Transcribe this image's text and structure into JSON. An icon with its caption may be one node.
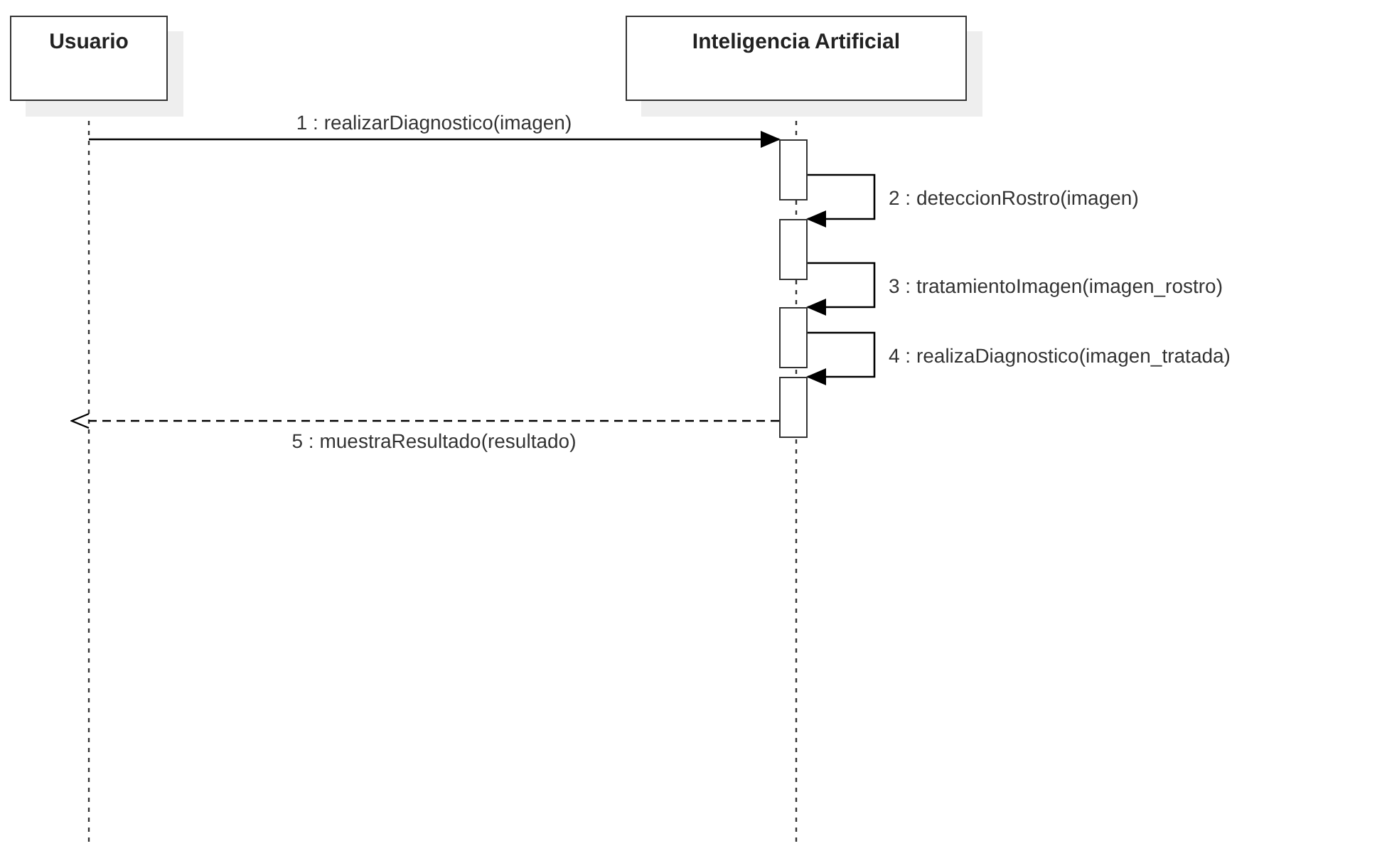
{
  "diagram": {
    "nodes": [
      {
        "text": [
          "Usuario"
        ]
      },
      {
        "text": [
          "Inteligencia Artificial"
        ]
      },
      {
        "text": [],
        "shape": "bar"
      },
      {
        "text": [],
        "shape": "bar"
      },
      {
        "text": [],
        "shape": "bar"
      },
      {
        "text": [],
        "shape": "bar"
      }
    ],
    "edges": [
      {
        "from": null,
        "to": 2,
        "arrow": "to",
        "label": "1 : realizarDiagnostico(imagen)"
      },
      {
        "from": 2,
        "to": 3,
        "arrow": "to",
        "label": "2 : deteccionRostro(imagen)"
      },
      {
        "from": 3,
        "to": 4,
        "arrow": "to",
        "label": "3 : tratamientoImagen(imagen_rostro)"
      },
      {
        "from": 4,
        "to": 5,
        "arrow": "to",
        "label": "4 : realizaDiagnostico(imagen_tratada)"
      },
      {
        "from": 5,
        "to": null,
        "arrow": "to",
        "style": "dashed",
        "label": "5 : muestraResultado(resultado)"
      }
    ]
  }
}
